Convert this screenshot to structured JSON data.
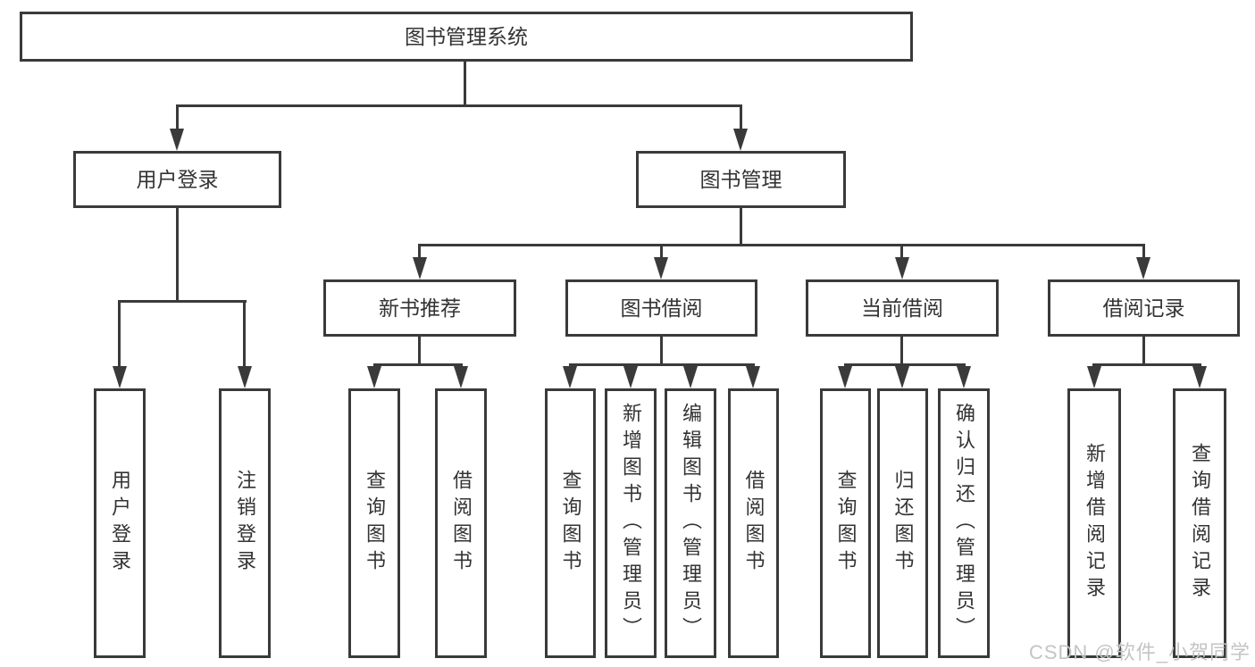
{
  "tree": {
    "root": {
      "label": "图书管理系统"
    },
    "branches": [
      {
        "label": "用户登录",
        "children": [
          {
            "label": "用户登录"
          },
          {
            "label": "注销登录"
          }
        ]
      },
      {
        "label": "图书管理",
        "children": [
          {
            "label": "新书推荐",
            "children": [
              {
                "label": "查询图书"
              },
              {
                "label": "借阅图书"
              }
            ]
          },
          {
            "label": "图书借阅",
            "children": [
              {
                "label": "查询图书"
              },
              {
                "label": "新增图书（管理员）"
              },
              {
                "label": "编辑图书（管理员）"
              },
              {
                "label": "借阅图书"
              }
            ]
          },
          {
            "label": "当前借阅",
            "children": [
              {
                "label": "查询图书"
              },
              {
                "label": "归还图书"
              },
              {
                "label": "确认归还（管理员）"
              }
            ]
          },
          {
            "label": "借阅记录",
            "children": [
              {
                "label": "新增借阅记录"
              },
              {
                "label": "查询借阅记录"
              }
            ]
          }
        ]
      }
    ]
  },
  "watermark": {
    "text": "CSDN @软件_小贺同学"
  },
  "colors": {
    "line": "#3a3a3a",
    "text": "#333333",
    "background": "#ffffff",
    "watermark": "#c4c4c4"
  }
}
